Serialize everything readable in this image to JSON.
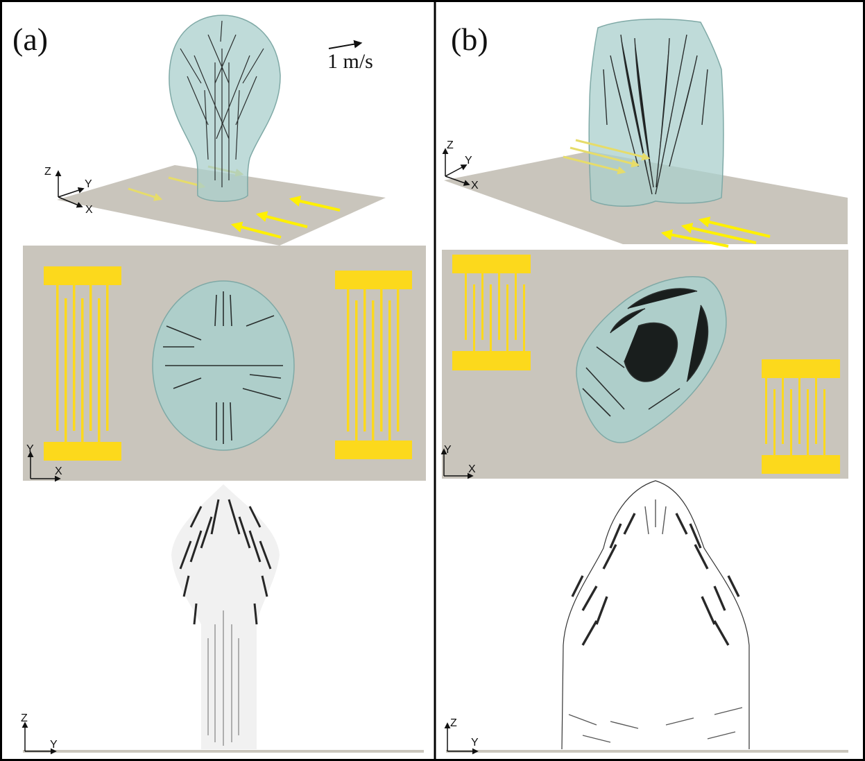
{
  "panels": [
    {
      "label": "(a)"
    },
    {
      "label": "(b)"
    }
  ],
  "scale_bar": {
    "text": "1 m/s"
  },
  "axes": {
    "x": "X",
    "y": "Y",
    "z": "Z"
  },
  "colors": {
    "substrate": "#c9c5bc",
    "electrode": "#fcd91c",
    "droplet_fill": "#a9cfcc",
    "droplet_stroke": "#7fa9a6",
    "arrow": "#111111",
    "wave_arrow": "#fff000"
  }
}
